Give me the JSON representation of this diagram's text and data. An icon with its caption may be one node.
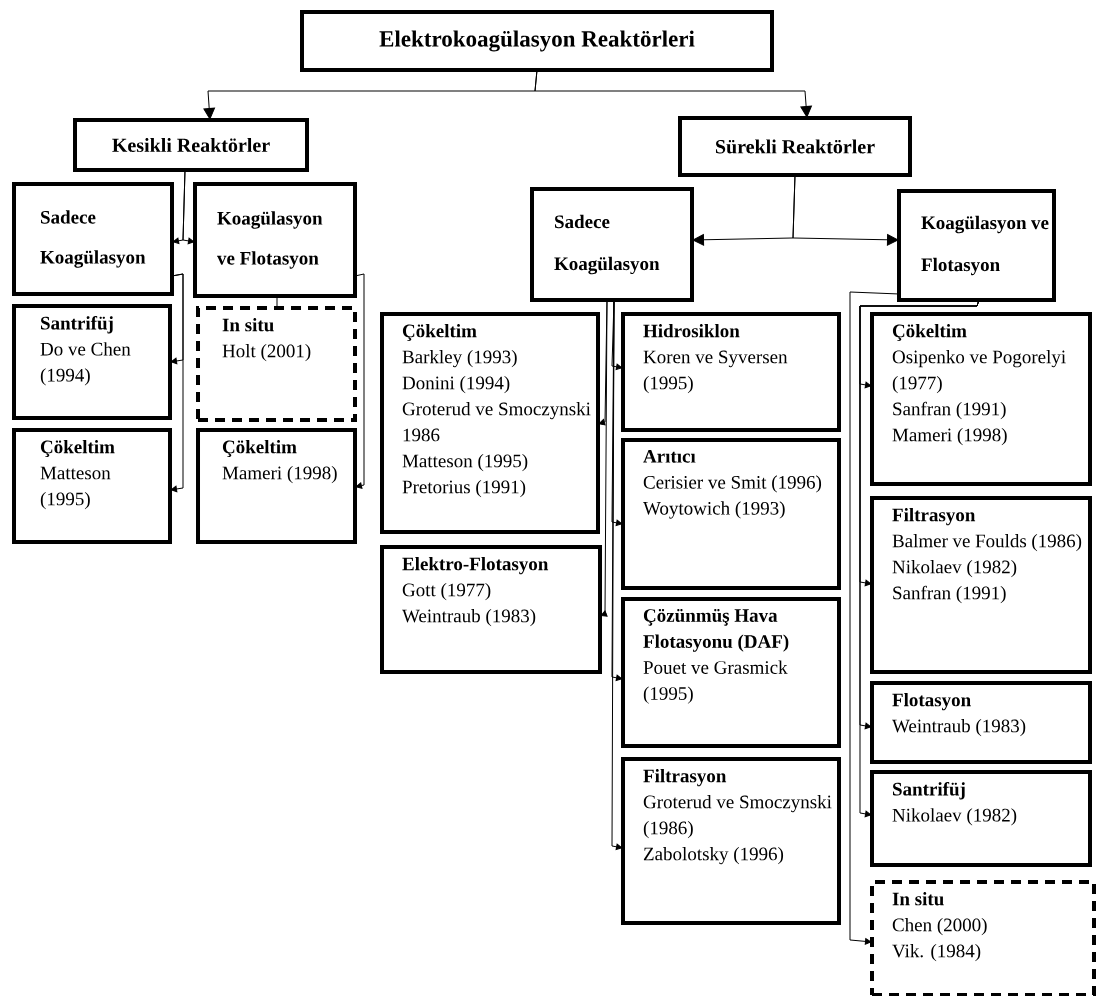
{
  "diagram": {
    "nodes": [
      {
        "text": [
          "Elektrokoagülasyon Reaktörleri"
        ]
      },
      {
        "text": [
          "Kesikli Reaktörler"
        ]
      },
      {
        "text": [
          "Sürekli Reaktörler"
        ]
      },
      {
        "text": [
          "Sadece Koagülasyon"
        ]
      },
      {
        "text": [
          "Koagülasyon ve Flotasyon"
        ]
      },
      {
        "text": [
          "Santrifüj",
          "Do ve Chen (1994)"
        ]
      },
      {
        "text": [
          "In situ",
          "Holt (2001)"
        ]
      },
      {
        "text": [
          "Çökeltim",
          "Matteson (1995)"
        ]
      },
      {
        "text": [
          "Çökeltim",
          "Mameri (1998)"
        ]
      },
      {
        "text": [
          "Sadece Koagülasyon"
        ]
      },
      {
        "text": [
          "Koagülasyon ve Flotasyon"
        ]
      },
      {
        "text": [
          "Çökeltim",
          "Barkley (1993)",
          "Donini (1994)",
          "Groterud ve Smoczynski 1986",
          "Matteson (1995)",
          "Pretorius (1991)"
        ]
      },
      {
        "text": [
          "Hidrosiklon",
          "Koren ve Syversen (1995)"
        ]
      },
      {
        "text": [
          "Arıtıcı",
          "Cerisier ve Smit (1996)",
          "Woytowich (1993)"
        ]
      },
      {
        "text": [
          "Elektro-Flotasyon",
          "Gott (1977)",
          "Weintraub (1983)"
        ]
      },
      {
        "text": [
          "Çözünmüş Hava Flotasyonu (DAF)",
          "Pouet ve Grasmick (1995)"
        ]
      },
      {
        "text": [
          "Filtrasyon",
          "Groterud ve Smoczynski (1986)",
          "Zabolotsky (1996)"
        ]
      },
      {
        "text": [
          "Çökeltim",
          "Osipenko ve Pogorelyi (1977)",
          "Sanfran (1991)",
          "Mameri (1998)"
        ]
      },
      {
        "text": [
          "Filtrasyon",
          "Balmer ve Foulds (1986)",
          "Nikolaev (1982)",
          "Sanfran (1991)"
        ]
      },
      {
        "text": [
          "Flotasyon",
          "Weintraub (1983)"
        ]
      },
      {
        "text": [
          "Santrifüj",
          "Nikolaev (1982)"
        ]
      },
      {
        "text": [
          "In situ",
          "Chen (2000)",
          "Vik. (1984)"
        ]
      }
    ],
    "edges": [
      {
        "from": 0,
        "to": 1,
        "arrow": "to"
      },
      {
        "from": 0,
        "to": 2,
        "arrow": "to"
      },
      {
        "from": 1,
        "to": 3,
        "arrow": "to"
      },
      {
        "from": 1,
        "to": 4,
        "arrow": "to"
      },
      {
        "from": 3,
        "to": 5,
        "arrow": "to"
      },
      {
        "from": 3,
        "to": 7,
        "arrow": "to"
      },
      {
        "from": 4,
        "to": 6,
        "arrow": "none"
      },
      {
        "from": 4,
        "to": 8,
        "arrow": "to"
      },
      {
        "from": 2,
        "to": 9,
        "arrow": "to"
      },
      {
        "from": 2,
        "to": 10,
        "arrow": "to"
      },
      {
        "from": 9,
        "to": 11,
        "arrow": "to"
      },
      {
        "from": 9,
        "to": 12,
        "arrow": "to"
      },
      {
        "from": 9,
        "to": 13,
        "arrow": "to"
      },
      {
        "from": 9,
        "to": 14,
        "arrow": "to"
      },
      {
        "from": 9,
        "to": 15,
        "arrow": "to"
      },
      {
        "from": 9,
        "to": 16,
        "arrow": "to"
      },
      {
        "from": 10,
        "to": 17,
        "arrow": "to"
      },
      {
        "from": 10,
        "to": 18,
        "arrow": "to"
      },
      {
        "from": 10,
        "to": 19,
        "arrow": "to"
      },
      {
        "from": 10,
        "to": 20,
        "arrow": "to"
      },
      {
        "from": 10,
        "to": 21,
        "arrow": "to"
      }
    ]
  }
}
